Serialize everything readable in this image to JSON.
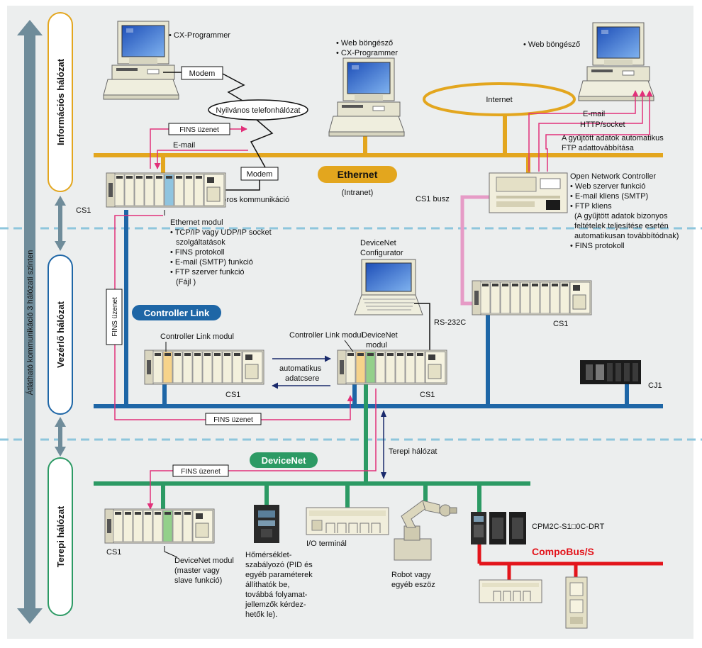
{
  "colors": {
    "background": "#eceeee",
    "ethernet": "#e3a61e",
    "controller_link": "#1e66a6",
    "devicenet": "#2c9a64",
    "compobus": "#e3141b",
    "fins": "#e2307a",
    "cs1bus": "#e69bc6",
    "dashed": "#8ec6dc",
    "level_arrow": "#6f8c9a"
  },
  "left": {
    "axis_label": "Átlátható kommunikáció 3 hálózati szinten",
    "levels": [
      "Információs hálózat",
      "Vezérlő hálózat",
      "Terepi hálózat"
    ]
  },
  "networks": {
    "ethernet": "Ethernet",
    "intranet": "(Intranet)",
    "internet": "Internet",
    "controller_link": "Controller Link",
    "devicenet": "DeviceNet",
    "compobus": "CompoBus/S",
    "phone": "Nyilvános telefonhálózat"
  },
  "labels": {
    "cx_programmer": "• CX-Programmer",
    "web_browser_1": "• Web böngésző",
    "web_browser_1b": "• CX-Programmer",
    "web_browser_2": "• Web böngésző",
    "modem": "Modem",
    "fins_msg": "FINS üzenet",
    "email": "E-mail",
    "serial": "Soros kommunikáció",
    "cs1": "CS1",
    "cj1": "CJ1",
    "cs1_bus": "CS1 busz",
    "rs232c": "RS-232C",
    "ethernet_module": [
      "Ethernet modul",
      "• TCP/IP vagy UDP/IP socket",
      "szolgáltatások",
      "• FINS protokoll",
      "• E-mail (SMTP) funkció",
      "• FTP szerver funkció",
      "(Fájl )"
    ],
    "onc_arrows": [
      "E-mail",
      "HTTP/socket",
      "A gyűjtött adatok automatikus",
      "FTP adattovábbítása"
    ],
    "onc": [
      "Open Network Controller",
      "• Web szerver funkció",
      "• E-mail kliens (SMTP)",
      "• FTP kliens",
      "(A gyűjtött adatok bizonyos",
      "feltételek teljesítése esetén",
      "automatikusan továbbítódnak)",
      "• FINS protokoll"
    ],
    "devicenet_configurator": [
      "DeviceNet",
      "Configurator"
    ],
    "cl_module": "Controller Link modul",
    "devicenet_module": [
      "DeviceNet",
      "modul"
    ],
    "auto_exchange": [
      "automatikus",
      "adatcsere"
    ],
    "field_net": "Terepi hálózat",
    "dn_module": [
      "DeviceNet modul",
      "(master vagy",
      "slave funkció)"
    ],
    "temp_ctrl": [
      "Hőmérséklet-",
      "szabályozó (PID és",
      "egyéb paraméterek",
      "állíthatók be,",
      "továbbá folyamat-",
      "jellemzők kérdez-",
      "hetők le)."
    ],
    "io_terminal": "I/O terminál",
    "robot": [
      "Robot vagy",
      "egyéb eszöz"
    ],
    "cpm2c": "CPM2C-S1□0C-DRT"
  }
}
